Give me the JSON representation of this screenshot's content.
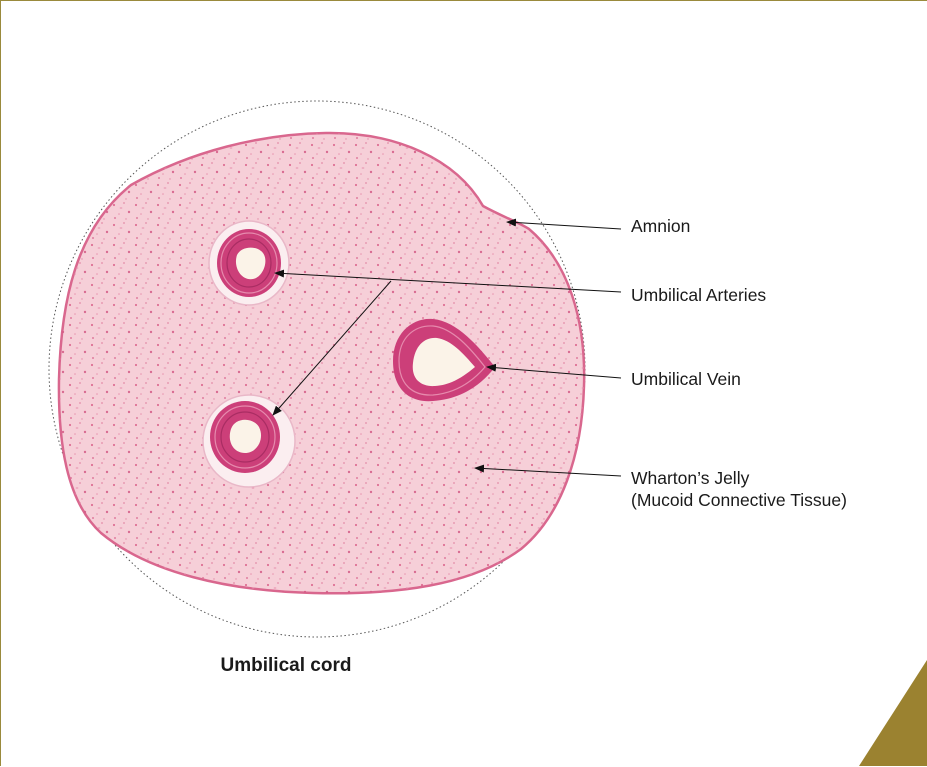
{
  "figure": {
    "caption": "Umbilical cord",
    "labels": {
      "amnion": "Amnion",
      "arteries": "Umbilical Arteries",
      "vein": "Umbilical Vein",
      "wharton_line1": "Wharton’s Jelly",
      "wharton_line2": "(Mucoid Connective Tissue)"
    }
  },
  "colors": {
    "tissue_fill": "#f6cfd8",
    "tissue_border": "#d9678e",
    "vessel_wall": "#cc3f79",
    "lumen": "#fbf3e8",
    "frame_accent": "#9b8230"
  }
}
